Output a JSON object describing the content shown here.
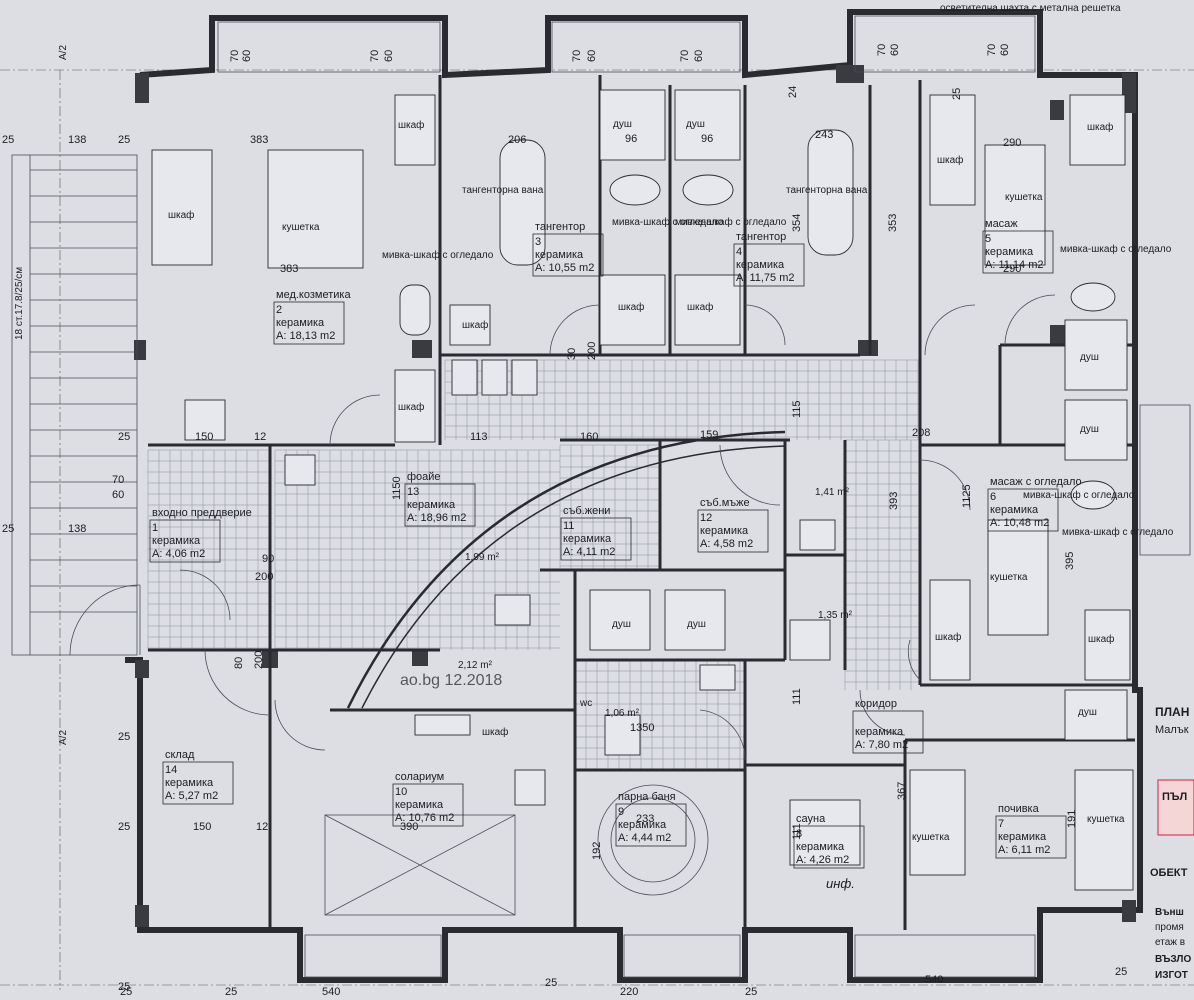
{
  "plan": {
    "title": "ПЛАН",
    "title_sub": "Малък",
    "right_notes": [
      "ОБЕКТ",
      "Външ",
      "промя",
      "етаж в",
      "ВЪЗЛО",
      "ИЗГОТ"
    ],
    "stamp_text": "ПЪЛ",
    "top_note": "осветителна шахта с метална решетка",
    "handwritten": "инф.",
    "watermark": "ao.bg 12.2018",
    "stair_note": "18 ст.17.8/25/см",
    "axis_marks": [
      "A/2",
      "A/2"
    ]
  },
  "rooms": [
    {
      "id": "r1",
      "name": "входно преддверие",
      "num": "1",
      "finish": "керамика",
      "area": "A: 4,06 m2"
    },
    {
      "id": "r2",
      "name": "мед.козметика",
      "num": "2",
      "finish": "керамика",
      "area": "A: 18,13 m2"
    },
    {
      "id": "r3",
      "name": "тангентор",
      "num": "3",
      "finish": "керамика",
      "area": "A: 10,55 m2"
    },
    {
      "id": "r4",
      "name": "тангентор",
      "num": "4",
      "finish": "керамика",
      "area": "A: 11,75 m2"
    },
    {
      "id": "r5",
      "name": "масаж",
      "num": "5",
      "finish": "керамика",
      "area": "A: 11,14 m2"
    },
    {
      "id": "r6",
      "name": "масаж с огледало",
      "num": "6",
      "finish": "керамика",
      "area": "A: 10,48 m2"
    },
    {
      "id": "r7",
      "name": "почивка",
      "num": "7",
      "finish": "керамика",
      "area": "A: 6,11 m2"
    },
    {
      "id": "r8",
      "name": "сауна",
      "num": "8",
      "finish": "керамика",
      "area": "A: 4,26 m2"
    },
    {
      "id": "r9",
      "name": "парна баня",
      "num": "9",
      "finish": "керамика",
      "area": "A: 4,44 m2"
    },
    {
      "id": "r10",
      "name": "солариум",
      "num": "10",
      "finish": "керамика",
      "area": "A: 10,76 m2"
    },
    {
      "id": "r11",
      "name": "съб.жени",
      "num": "11",
      "finish": "керамика",
      "area": "A: 4,11 m2"
    },
    {
      "id": "r12",
      "name": "съб.мъже",
      "num": "12",
      "finish": "керамика",
      "area": "A: 4,58 m2"
    },
    {
      "id": "r13",
      "name": "фоайе",
      "num": "13",
      "finish": "керамика",
      "area": "A: 18,96 m2"
    },
    {
      "id": "r14",
      "name": "склад",
      "num": "14",
      "finish": "керамика",
      "area": "A: 5,27 m2"
    },
    {
      "id": "r15",
      "name": "коридор",
      "num": "",
      "finish": "керамика",
      "area": "A: 7,80 m2"
    }
  ],
  "small_areas": [
    "1,99 m²",
    "1,41 m²",
    "1,35 m²",
    "2,12 m²",
    "1,06 m²"
  ],
  "fixtures": {
    "wardrobe": "шкаф",
    "couch": "кушетка",
    "shower": "душ",
    "tub": "тангенторна вана",
    "sink": "мивка-шкаф с огледало",
    "wc": "wc"
  },
  "dimensions": {
    "top": [
      "70",
      "60",
      "70",
      "60",
      "70",
      "60",
      "70",
      "60",
      "70",
      "60",
      "70",
      "60",
      "24",
      "25"
    ],
    "left": [
      "25",
      "138",
      "25",
      "25",
      "70",
      "60",
      "138",
      "25",
      "25",
      "25",
      "25"
    ],
    "interior": [
      "383",
      "383",
      "206",
      "243",
      "290",
      "290",
      "150",
      "150",
      "12",
      "12",
      "113",
      "160",
      "159",
      "115",
      "208",
      "1150",
      "1125",
      "390",
      "233",
      "192",
      "1350",
      "111",
      "111",
      "354",
      "353",
      "393",
      "395",
      "367",
      "191",
      "90",
      "200",
      "80",
      "200",
      "30",
      "200",
      "96",
      "96"
    ],
    "bottom": [
      "540",
      "220",
      "540",
      "25",
      "25",
      "25",
      "25",
      "25"
    ]
  }
}
